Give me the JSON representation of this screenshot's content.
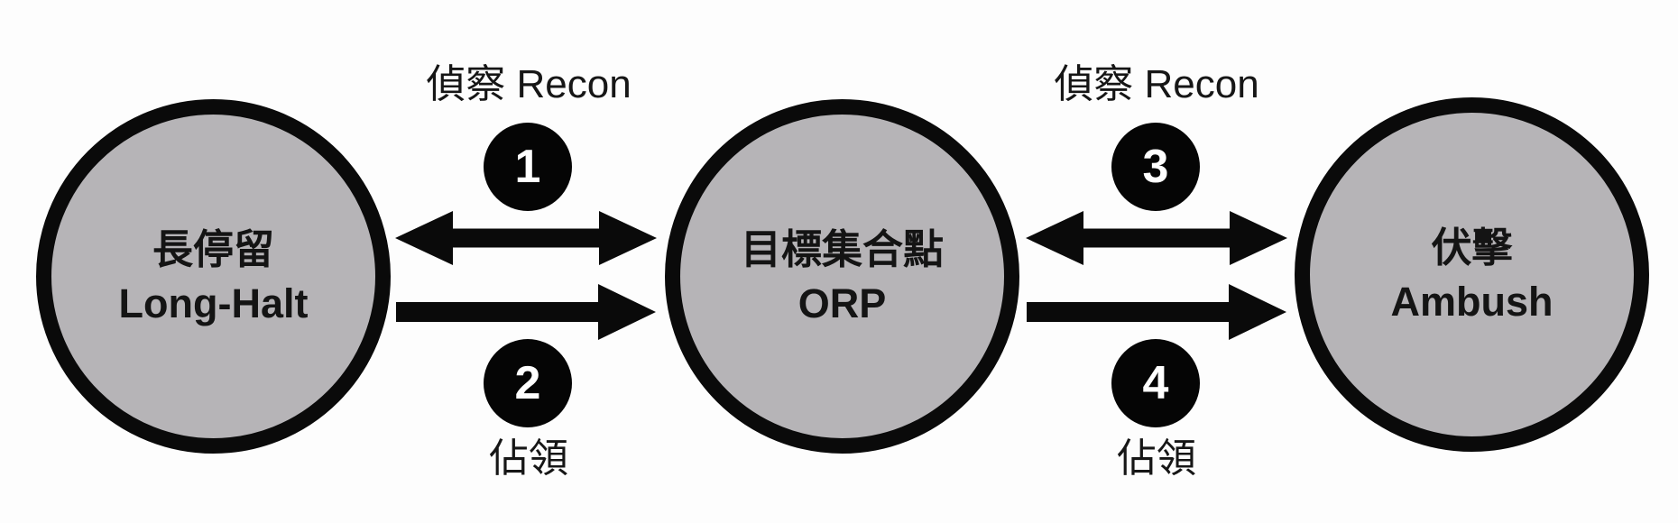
{
  "colors": {
    "canvas_bg": "#fdfdfd",
    "node_fill": "#b6b4b7",
    "stroke": "#0a0a0a",
    "node_text": "#141414",
    "label_text": "#161616",
    "badge_bg": "#050505",
    "badge_text": "#ffffff"
  },
  "nodes": [
    {
      "id": "long-halt",
      "label_zh": "長停留",
      "label_en": "Long-Halt"
    },
    {
      "id": "orp",
      "label_zh": "目標集合點",
      "label_en": "ORP"
    },
    {
      "id": "ambush",
      "label_zh": "伏擊",
      "label_en": "Ambush"
    }
  ],
  "gaps": [
    {
      "top_label": "偵察 Recon",
      "top_badge": "1",
      "top_arrow": "bidirectional",
      "bottom_badge": "2",
      "bottom_label": "佔領",
      "bottom_arrow": "forward"
    },
    {
      "top_label": "偵察 Recon",
      "top_badge": "3",
      "top_arrow": "bidirectional",
      "bottom_badge": "4",
      "bottom_label": "佔領",
      "bottom_arrow": "forward"
    }
  ]
}
